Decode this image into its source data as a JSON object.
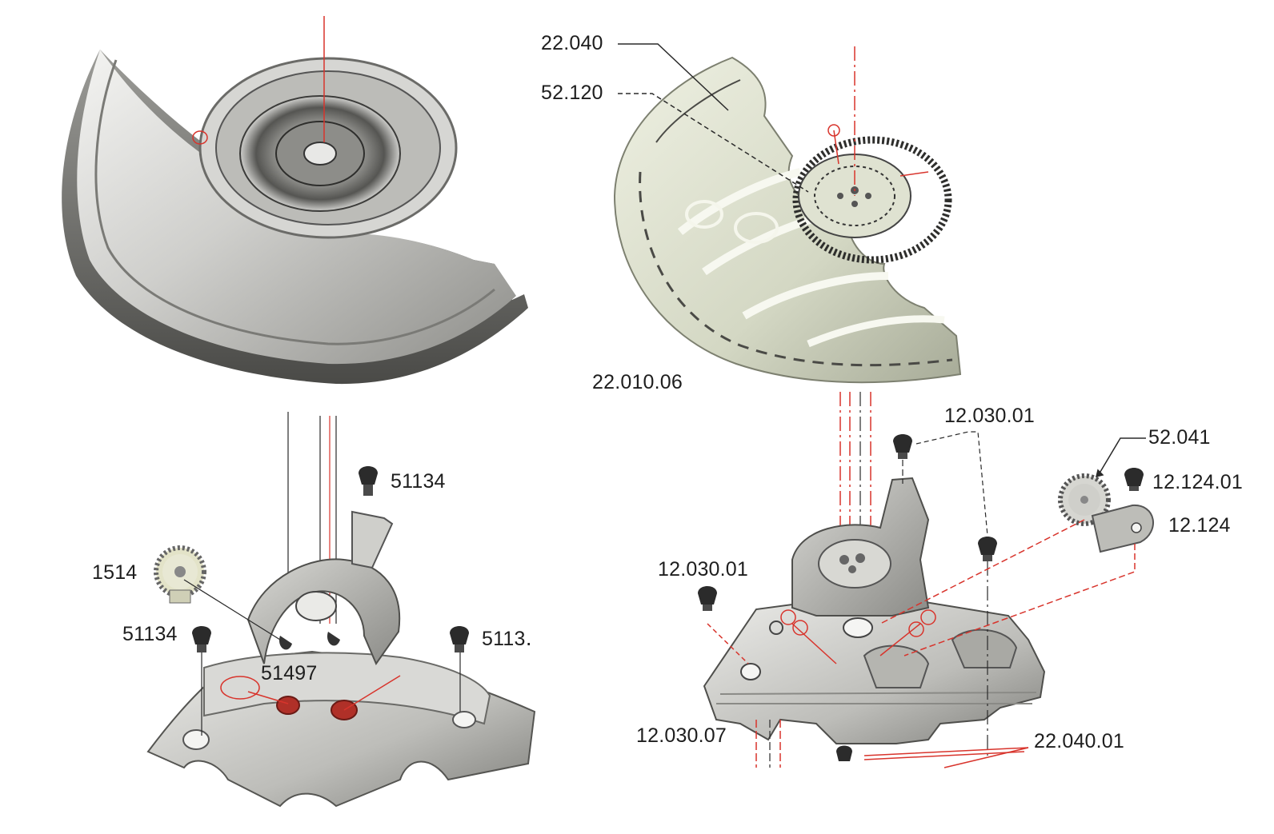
{
  "diagram": {
    "labels": {
      "l_22040": "22.040",
      "l_52120": "52.120",
      "l_2201006": "22.010.06",
      "l_1203001_top": "12.030.01",
      "l_52041": "52.041",
      "l_1212401": "12.124.01",
      "l_12124": "12.124",
      "l_1203001_left": "12.030.01",
      "l_1203007": "12.030.07",
      "l_2204001": "22.040.01",
      "l_51134_top": "51134",
      "l_1514": "1514",
      "l_51134_left": "51134",
      "l_51134_right": "5113․",
      "l_51497": "51497"
    },
    "colors": {
      "metal_light": "#e6e6e3",
      "metal_mid": "#b9b9b5",
      "metal_dark": "#5a5a57",
      "metal_green_tint": "#e3e6d2",
      "leader_red": "#d8342c",
      "leader_black": "#2a2a2a",
      "screw": "#2b2b2b"
    }
  }
}
